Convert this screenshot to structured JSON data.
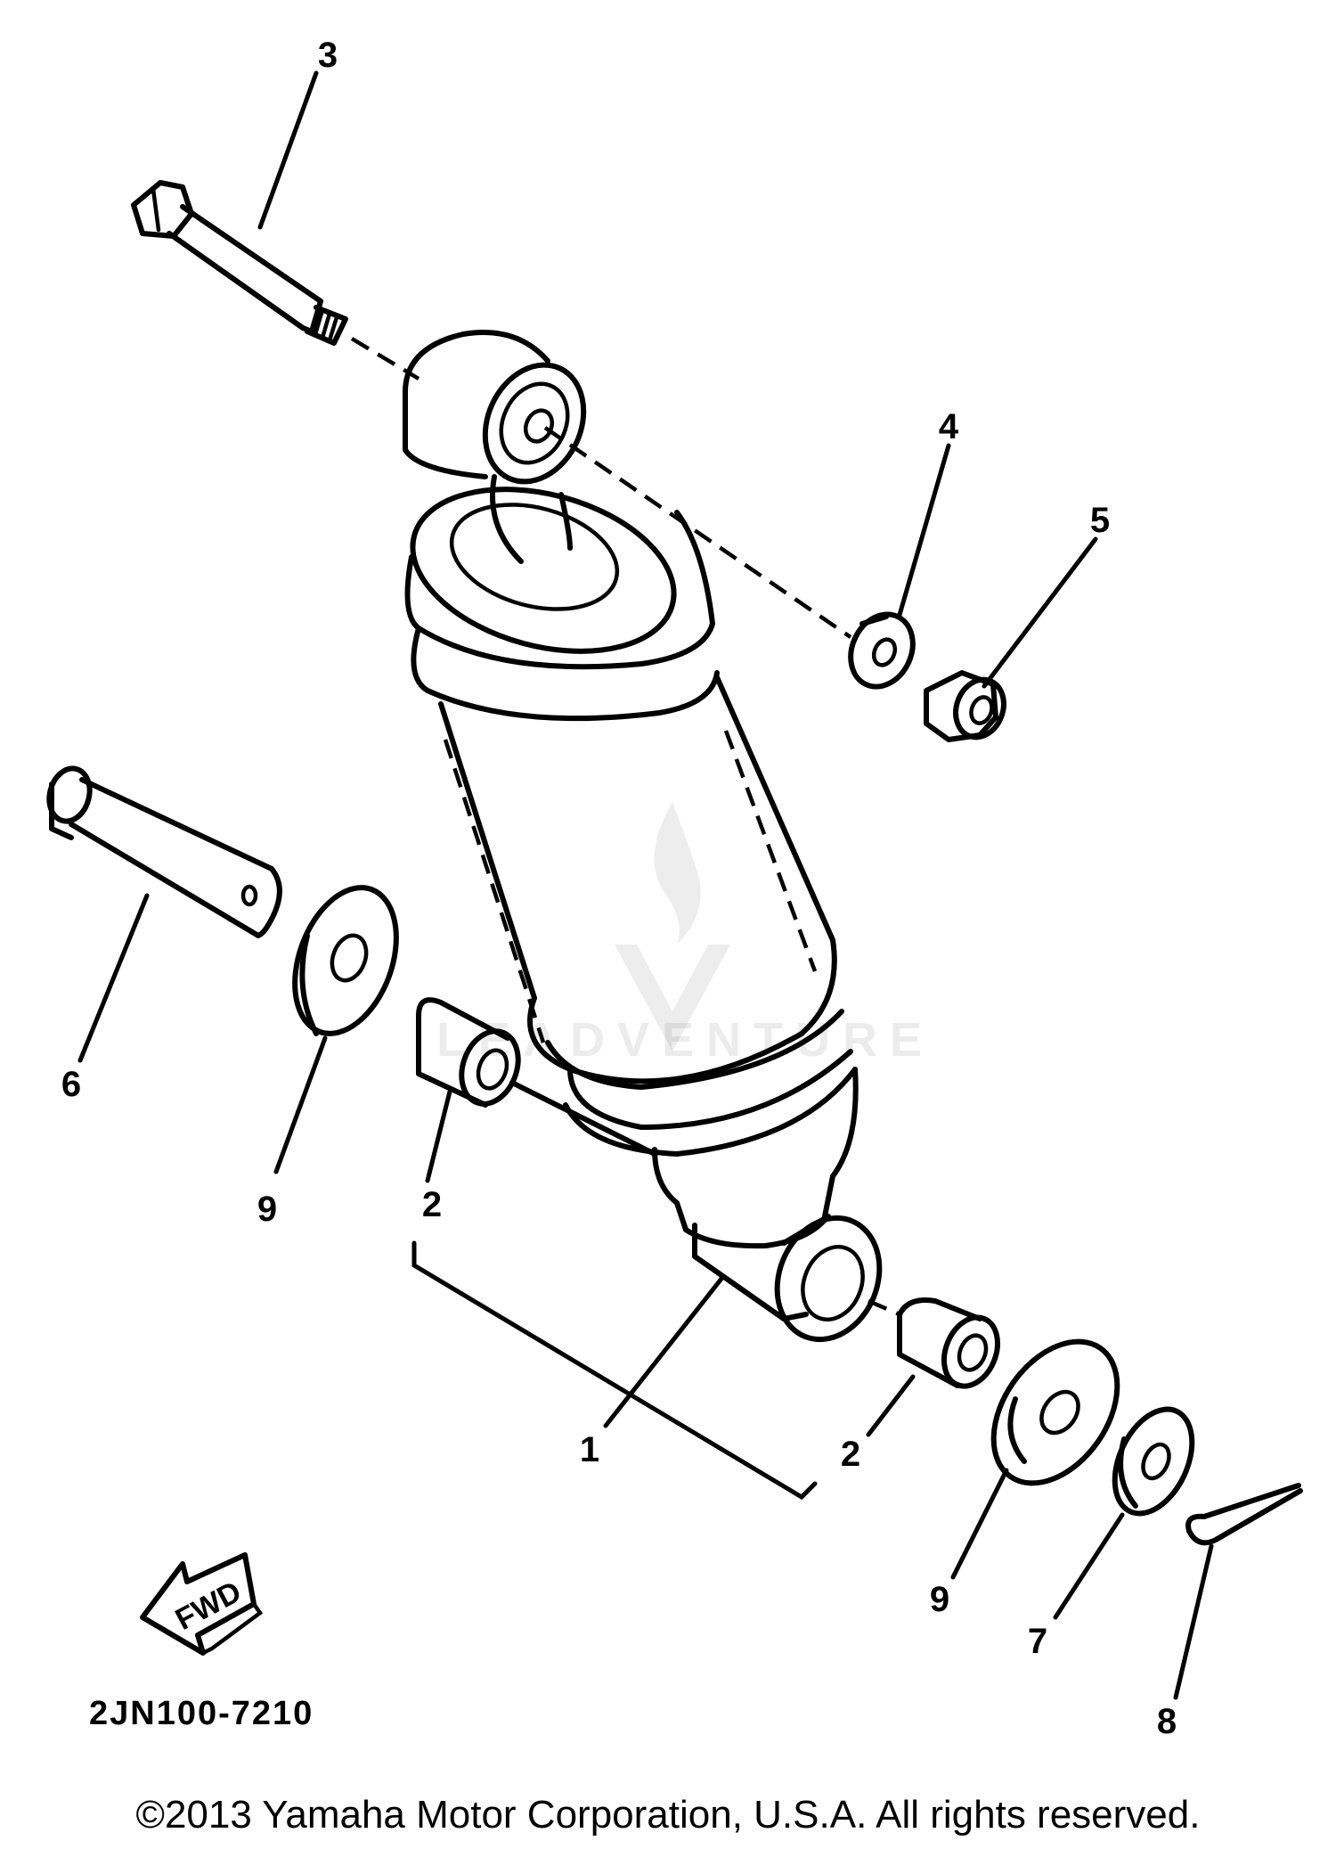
{
  "callouts": {
    "c1": "1",
    "c2a": "2",
    "c2b": "2",
    "c3": "3",
    "c4": "4",
    "c5": "5",
    "c6": "6",
    "c7": "7",
    "c8": "8",
    "c9a": "9",
    "c9b": "9"
  },
  "fwd_label": "FWD",
  "diagram_code": "2JN100-7210",
  "watermark": "LEADVENTURE",
  "copyright": "©2013 Yamaha Motor Corporation, U.S.A. All rights reserved."
}
